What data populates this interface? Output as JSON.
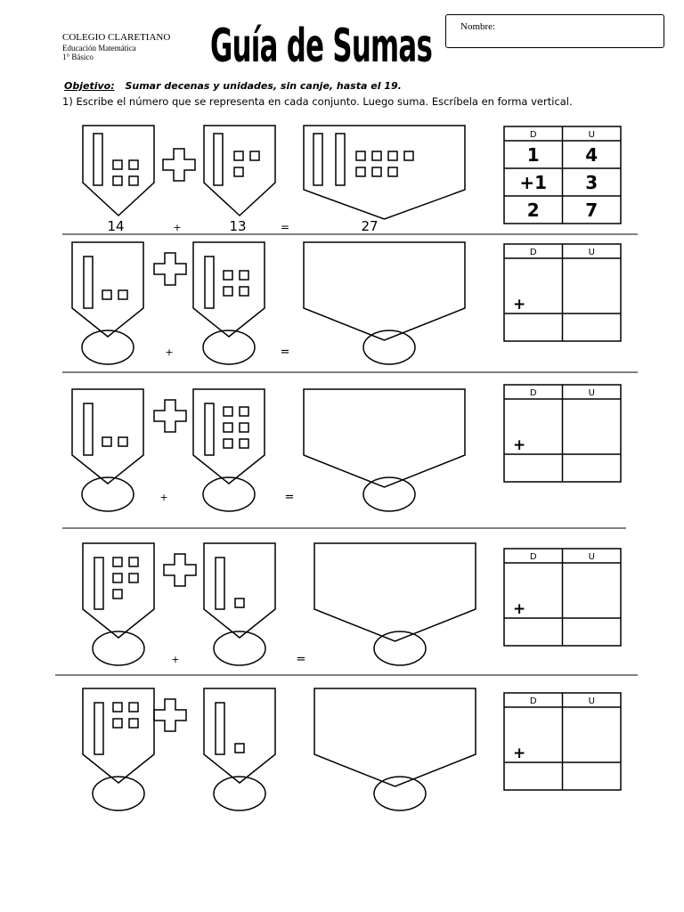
{
  "header": {
    "school": "COLEGIO CLARETIANO",
    "department": "Educación Matemática",
    "grade": "1° Básico",
    "title": "Guía de Sumas",
    "name_label": "Nombre:"
  },
  "objective": {
    "label": "Objetivo:",
    "text": "Sumar decenas y unidades, sin canje, hasta el 19."
  },
  "instruction": "1)  Escribe el número que se representa en cada conjunto.  Luego suma.  Escríbela en forma vertical.",
  "table_headers": {
    "tens": "D",
    "units": "U"
  },
  "symbols": {
    "plus": "+",
    "equals": "="
  },
  "example": {
    "addend1": "14",
    "addend2": "13",
    "sum": "27",
    "table": {
      "row1": [
        "1",
        "4"
      ],
      "row2": [
        "+1",
        "3"
      ],
      "row3": [
        "2",
        "7"
      ]
    }
  },
  "exercises": [
    {
      "addend1": {
        "tens": 1,
        "units": 2
      },
      "addend2": {
        "tens": 1,
        "units": 4
      }
    },
    {
      "addend1": {
        "tens": 1,
        "units": 2
      },
      "addend2": {
        "tens": 1,
        "units": 6
      }
    },
    {
      "addend1": {
        "tens": 1,
        "units": 5
      },
      "addend2": {
        "tens": 1,
        "units": 1
      }
    },
    {
      "addend1": {
        "tens": 1,
        "units": 4
      },
      "addend2": {
        "tens": 1,
        "units": 1
      }
    }
  ]
}
